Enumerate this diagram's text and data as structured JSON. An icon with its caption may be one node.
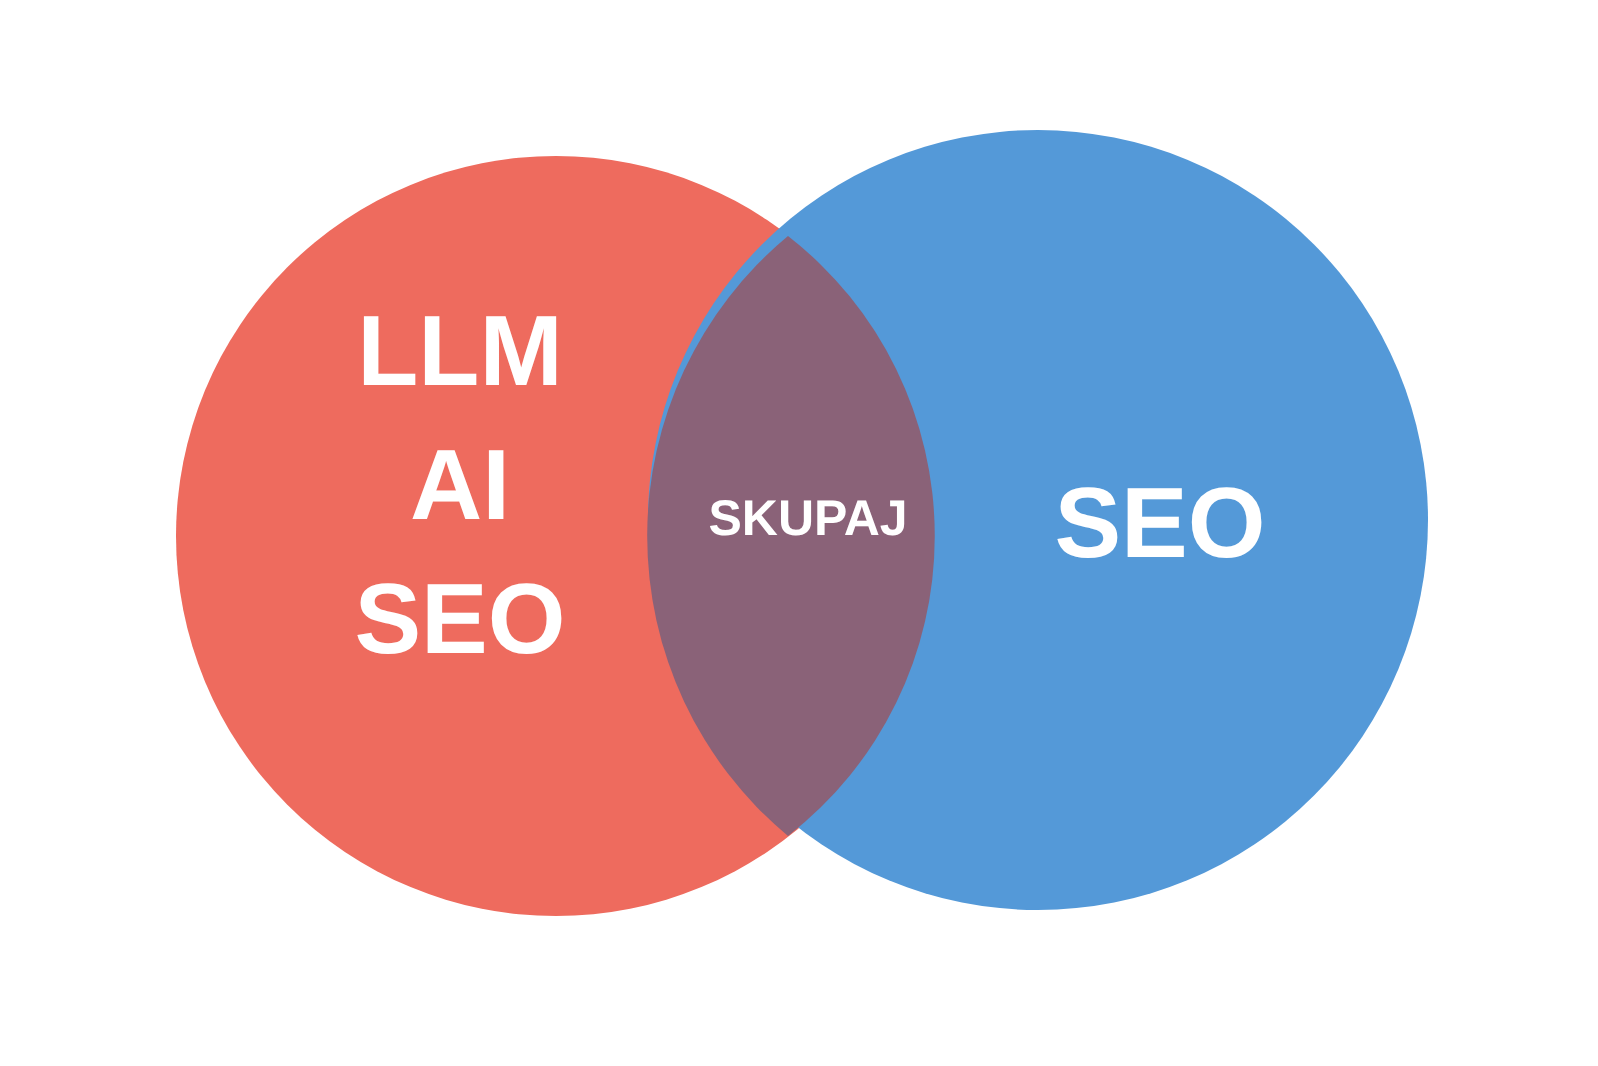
{
  "diagram": {
    "nodes": [
      {
        "text": [
          "LLM",
          "AI",
          "SEO"
        ]
      },
      {
        "text": [
          "SEO"
        ]
      },
      {
        "text": [
          "SKUPAJ"
        ]
      }
    ]
  }
}
